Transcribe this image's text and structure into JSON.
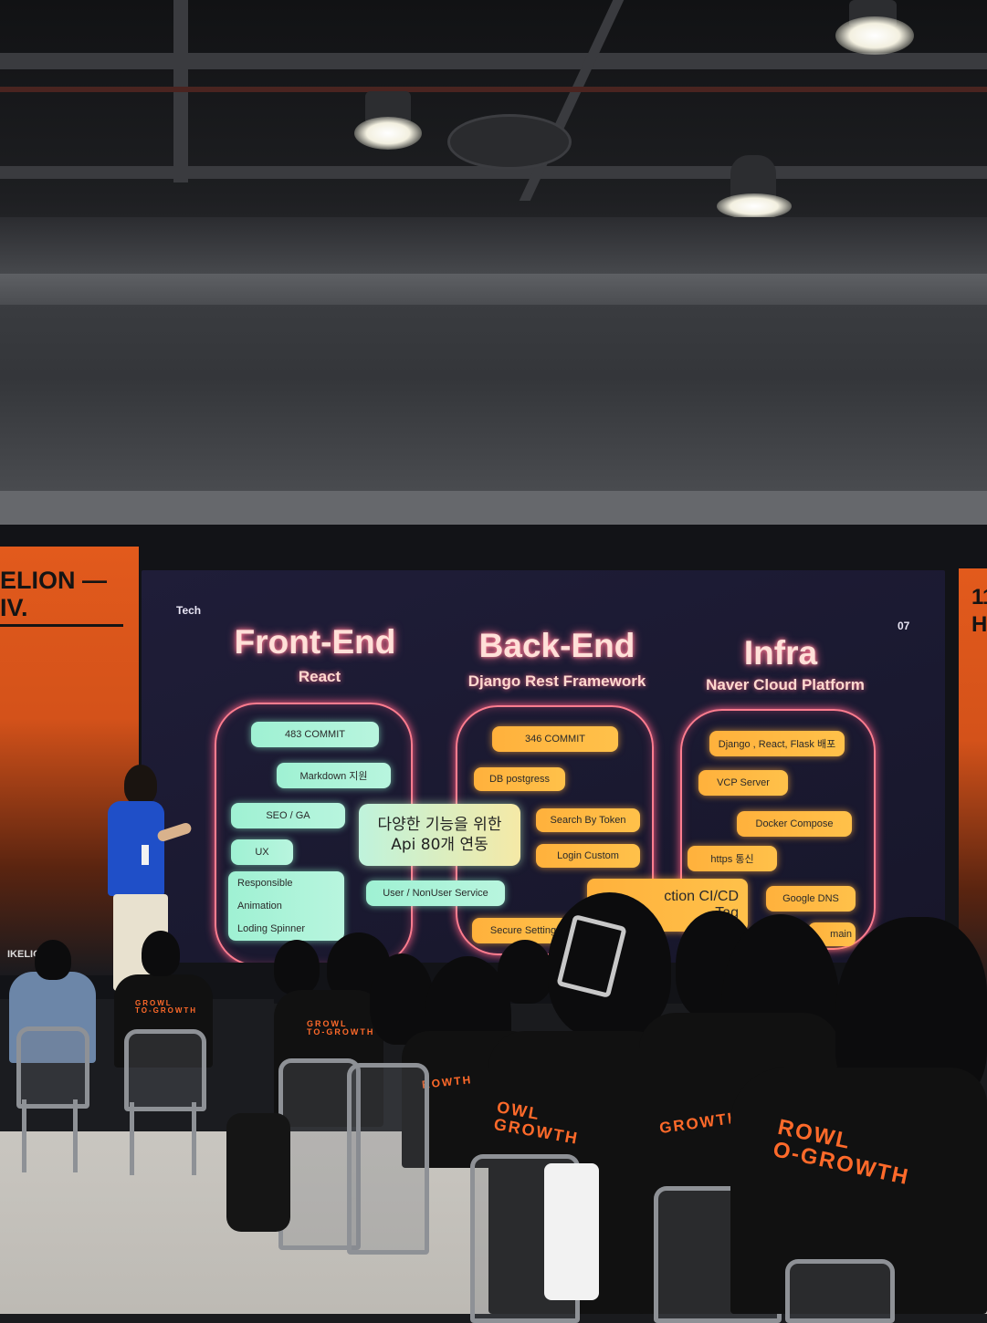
{
  "banner": {
    "left_line1": "ELION —",
    "left_line2": "IV.",
    "right_line1": "11",
    "right_line2": "H",
    "stage_logo": "IKELIO     V."
  },
  "slide": {
    "section": "Tech",
    "page_number": "07",
    "columns": [
      {
        "title": "Front-End",
        "subtitle": "React",
        "items": [
          "483 COMMIT",
          "Markdown 지원",
          "SEO / GA",
          "UX",
          "Responsible",
          "Animation",
          "Loding Spinner"
        ]
      },
      {
        "title": "Back-End",
        "subtitle": "Django Rest Framework",
        "items": [
          "346 COMMIT",
          "DB postgress",
          "Search By Token",
          "Login Custom",
          "User / NonUser Service",
          "Secure Setting"
        ]
      },
      {
        "title": "Infra",
        "subtitle": "Naver Cloud Platform",
        "items": [
          "Django , React, Flask 배포",
          "VCP Server",
          "Docker Compose",
          "https 통신",
          "Google DNS",
          "main"
        ]
      }
    ],
    "callout_line1": "다양한 기능을 위한",
    "callout_line2": "Api 80개 연동",
    "action_line1": "ction CI/CD",
    "action_line2": "Tag"
  },
  "shirts": {
    "front_right_line1": "ROWL",
    "front_right_line2": "O-GROWTH",
    "middle_line1": "OWL",
    "middle_line2": "GROWTH",
    "center": "ROWTH",
    "left_line1": "GROWL",
    "left_line2": "TO-GROWTH"
  }
}
